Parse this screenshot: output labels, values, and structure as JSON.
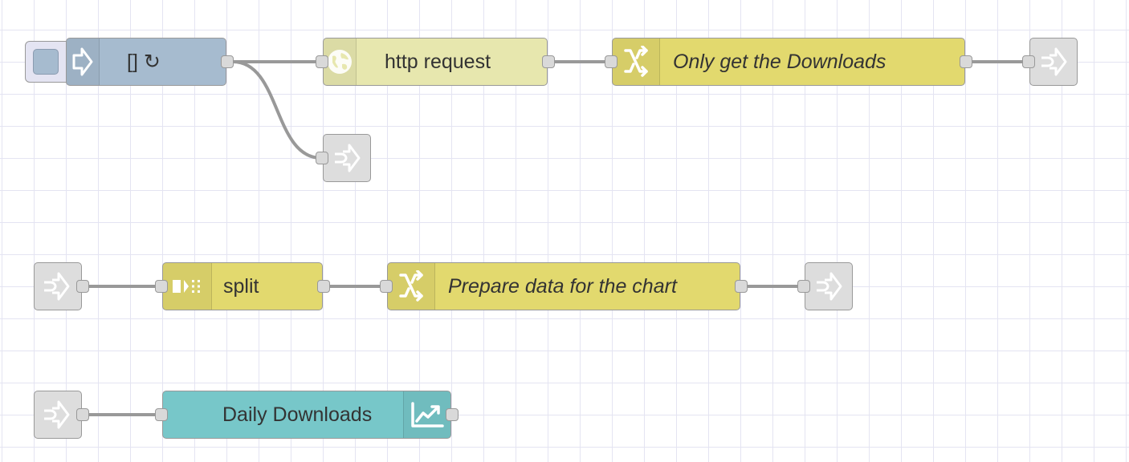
{
  "canvas": {
    "nodes": {
      "inject": {
        "label": "[] ↻",
        "icon": "inject-arrow-icon",
        "color": "#a6bbcf"
      },
      "http_request": {
        "label": "http request",
        "icon": "globe-icon",
        "color": "#e7e7ae"
      },
      "only_get_downloads": {
        "label": "Only get the Downloads",
        "icon": "shuffle-icon",
        "color": "#e2d96e"
      },
      "split": {
        "label": "split",
        "icon": "split-icon",
        "color": "#e2d96e"
      },
      "prepare_data": {
        "label": "Prepare data for the chart",
        "icon": "shuffle-icon",
        "color": "#e2d96e"
      },
      "daily_downloads": {
        "label": "Daily Downloads",
        "icon": "chart-icon",
        "color": "#77c7c9"
      },
      "link_node_color": "#dddddd"
    },
    "wire_color": "#999999"
  }
}
